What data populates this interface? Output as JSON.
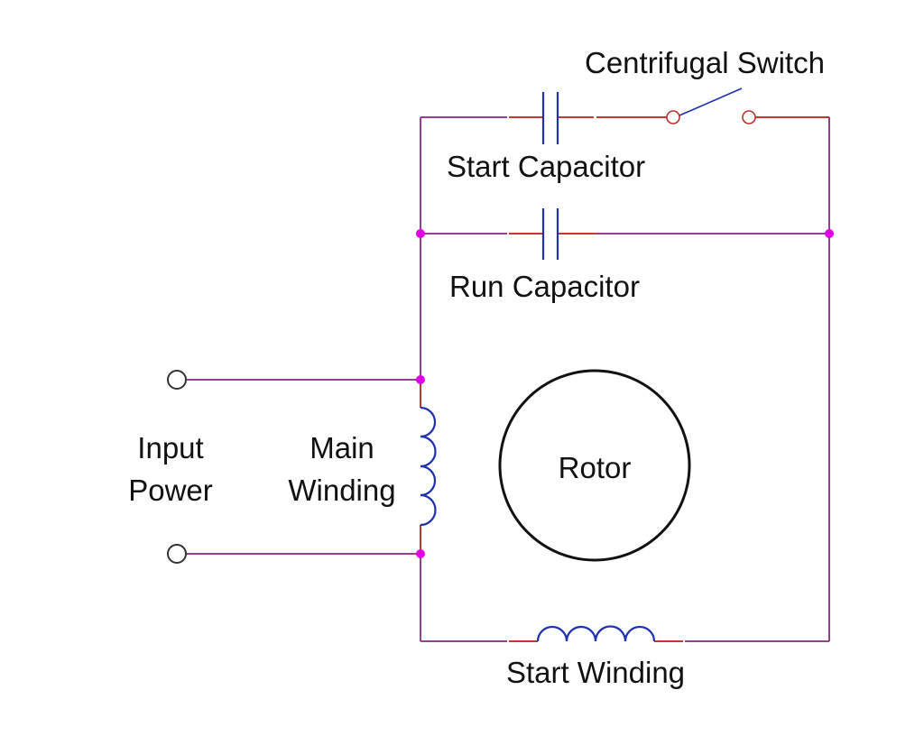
{
  "diagram": {
    "title": "Capacitor Start Capacitor Run Motor Circuit",
    "labels": {
      "centrifugal_switch": "Centrifugal Switch",
      "start_capacitor": "Start Capacitor",
      "run_capacitor": "Run Capacitor",
      "input_power_line1": "Input",
      "input_power_line2": "Power",
      "main_winding_line1": "Main",
      "main_winding_line2": "Winding",
      "rotor": "Rotor",
      "start_winding": "Start Winding"
    },
    "components": [
      {
        "id": "centrifugal-switch",
        "type": "switch",
        "state": "open"
      },
      {
        "id": "start-capacitor",
        "type": "capacitor"
      },
      {
        "id": "run-capacitor",
        "type": "capacitor"
      },
      {
        "id": "main-winding",
        "type": "inductor"
      },
      {
        "id": "start-winding",
        "type": "inductor"
      },
      {
        "id": "rotor",
        "type": "rotor"
      },
      {
        "id": "input-power",
        "type": "terminals",
        "count": 2
      }
    ],
    "colors": {
      "wire": "#9b3d8f",
      "wire_segment": "#c0392b",
      "component": "#1f2fb0",
      "junction": "#e100e6",
      "text": "#111111"
    }
  }
}
